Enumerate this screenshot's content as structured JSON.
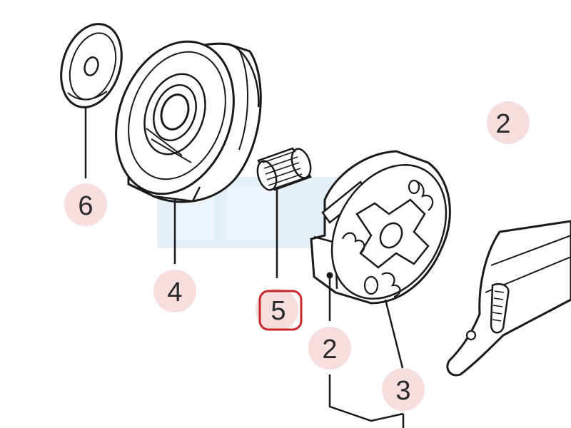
{
  "parts": [
    {
      "id": "part-6",
      "label": "6",
      "name": "washer"
    },
    {
      "id": "part-4",
      "label": "4",
      "name": "clutch-drum"
    },
    {
      "id": "part-5",
      "label": "5",
      "name": "needle-bearing",
      "highlighted": true
    },
    {
      "id": "part-2",
      "label": "2",
      "name": "clutch-shoe"
    },
    {
      "id": "part-3",
      "label": "3",
      "name": "clutch-spring"
    },
    {
      "id": "part-2-partial",
      "label": "2",
      "name": "partial-label"
    }
  ],
  "colors": {
    "line": "#1a1a1a",
    "bubble": "#f7dede",
    "highlight": "#c8282d",
    "watermark": "#d9eaf4"
  }
}
